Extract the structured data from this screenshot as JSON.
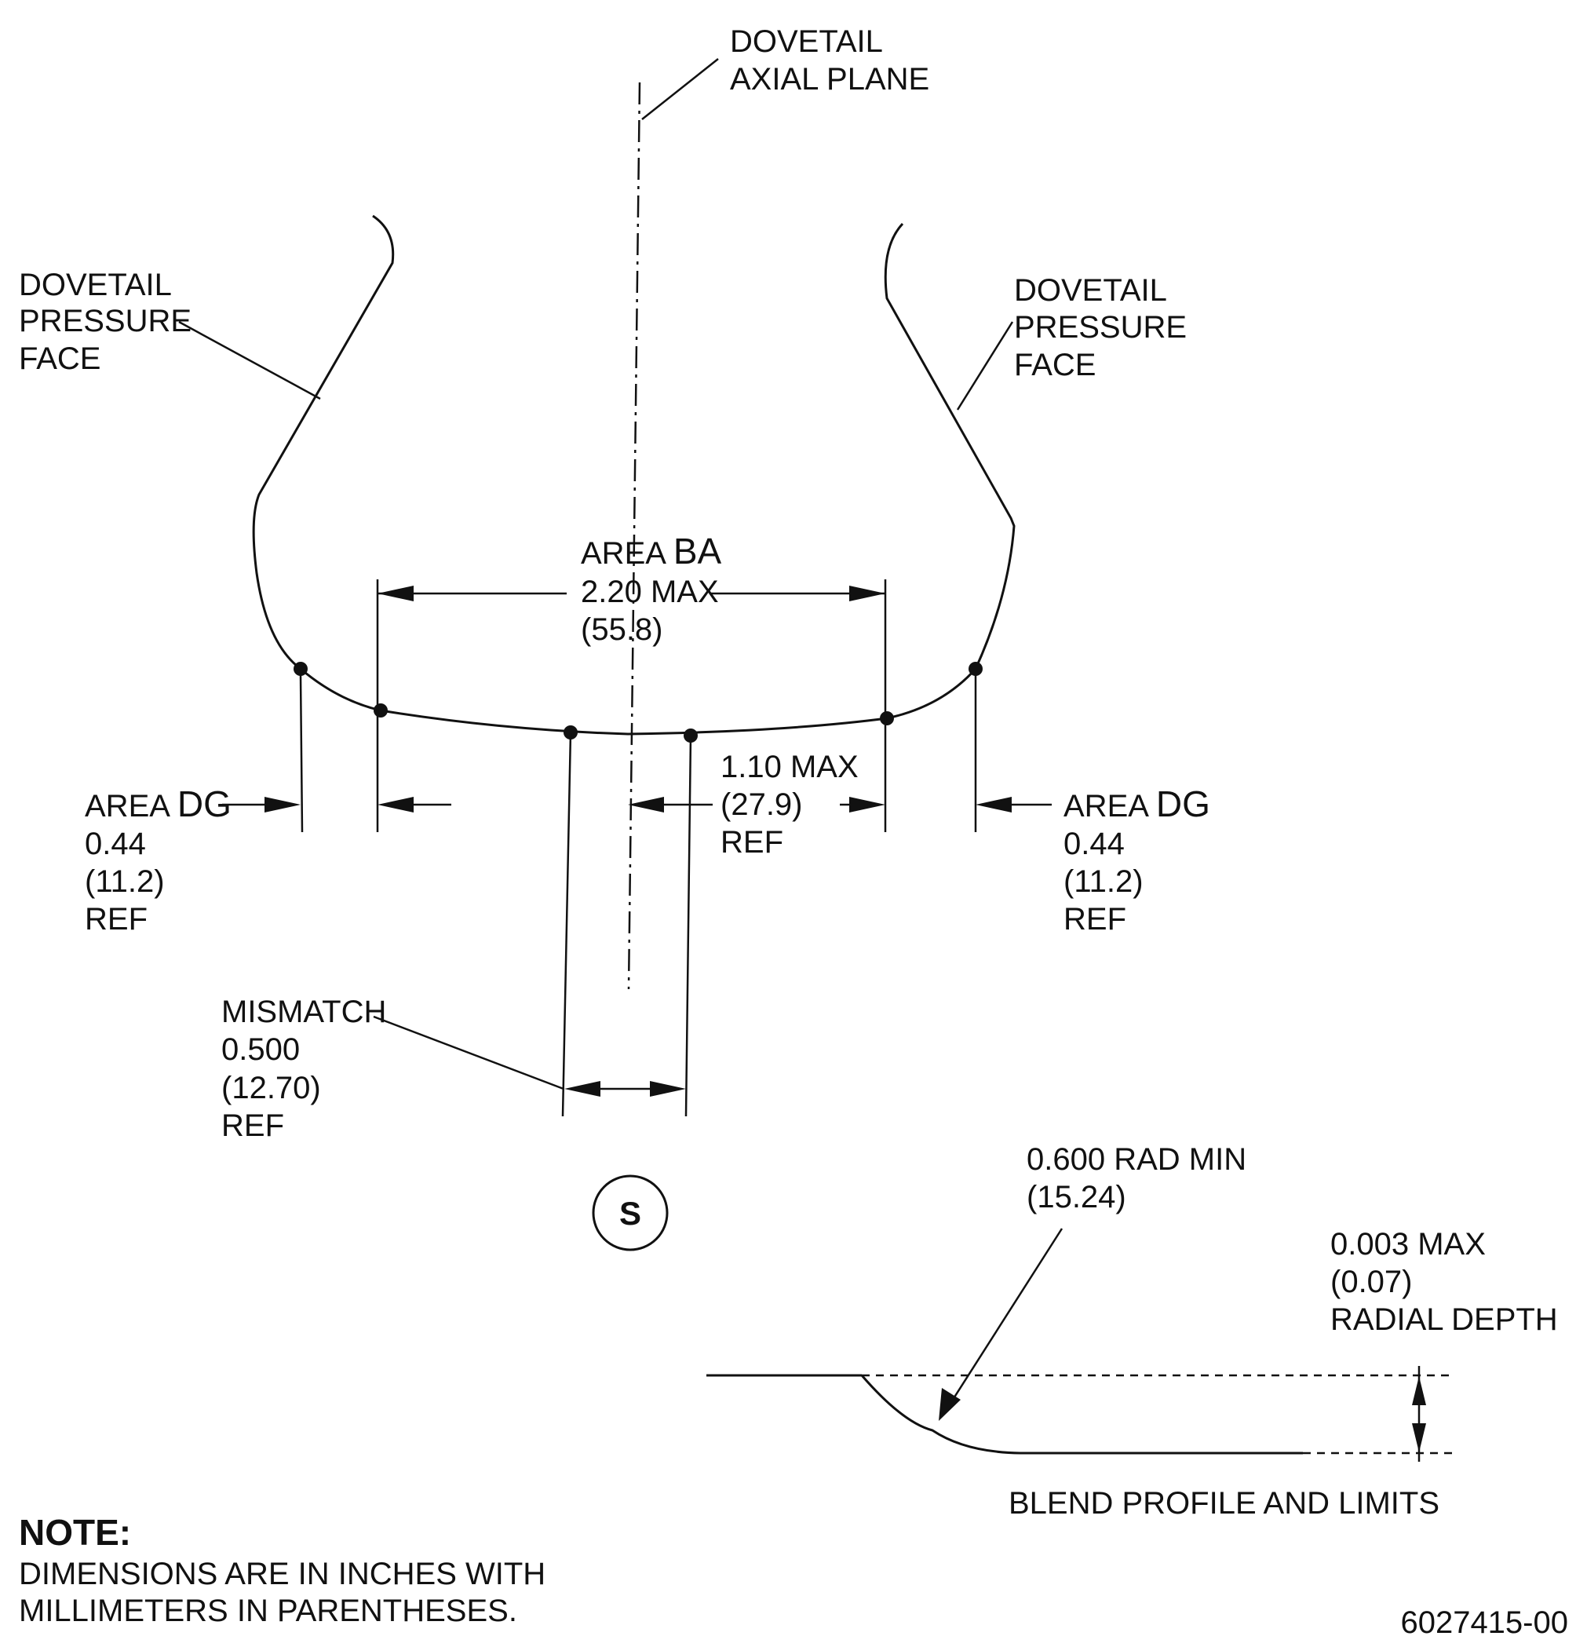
{
  "labels": {
    "axial_plane": {
      "line1": "DOVETAIL",
      "line2": "AXIAL PLANE"
    },
    "pressure_face_left": {
      "line1": "DOVETAIL",
      "line2": "PRESSURE",
      "line3": "FACE"
    },
    "pressure_face_right": {
      "line1": "DOVETAIL",
      "line2": "PRESSURE",
      "line3": "FACE"
    },
    "area_ba": {
      "prefix": "AREA ",
      "code": "BA",
      "value": "2.20 MAX",
      "metric": "(55.8)"
    },
    "half_width": {
      "value": "1.10 MAX",
      "metric": "(27.9)",
      "ref": "REF"
    },
    "area_dg_left": {
      "prefix": "AREA ",
      "code": "DG",
      "value": "0.44",
      "metric": "(11.2)",
      "ref": "REF"
    },
    "area_dg_right": {
      "prefix": "AREA ",
      "code": "DG",
      "value": "0.44",
      "metric": "(11.2)",
      "ref": "REF"
    },
    "mismatch": {
      "line1": "MISMATCH",
      "value": "0.500",
      "metric": "(12.70)",
      "ref": "REF"
    },
    "view_symbol": "S",
    "blend_radius": {
      "value": "0.600 RAD MIN",
      "metric": "(15.24)"
    },
    "radial_depth": {
      "value": "0.003 MAX",
      "metric": "(0.07)",
      "label": "RADIAL DEPTH"
    },
    "blend_title": "BLEND PROFILE AND LIMITS",
    "note": {
      "heading": "NOTE:",
      "line1": "DIMENSIONS ARE IN INCHES WITH",
      "line2": "MILLIMETERS IN PARENTHESES."
    },
    "drawing_number": "6027415-00"
  }
}
